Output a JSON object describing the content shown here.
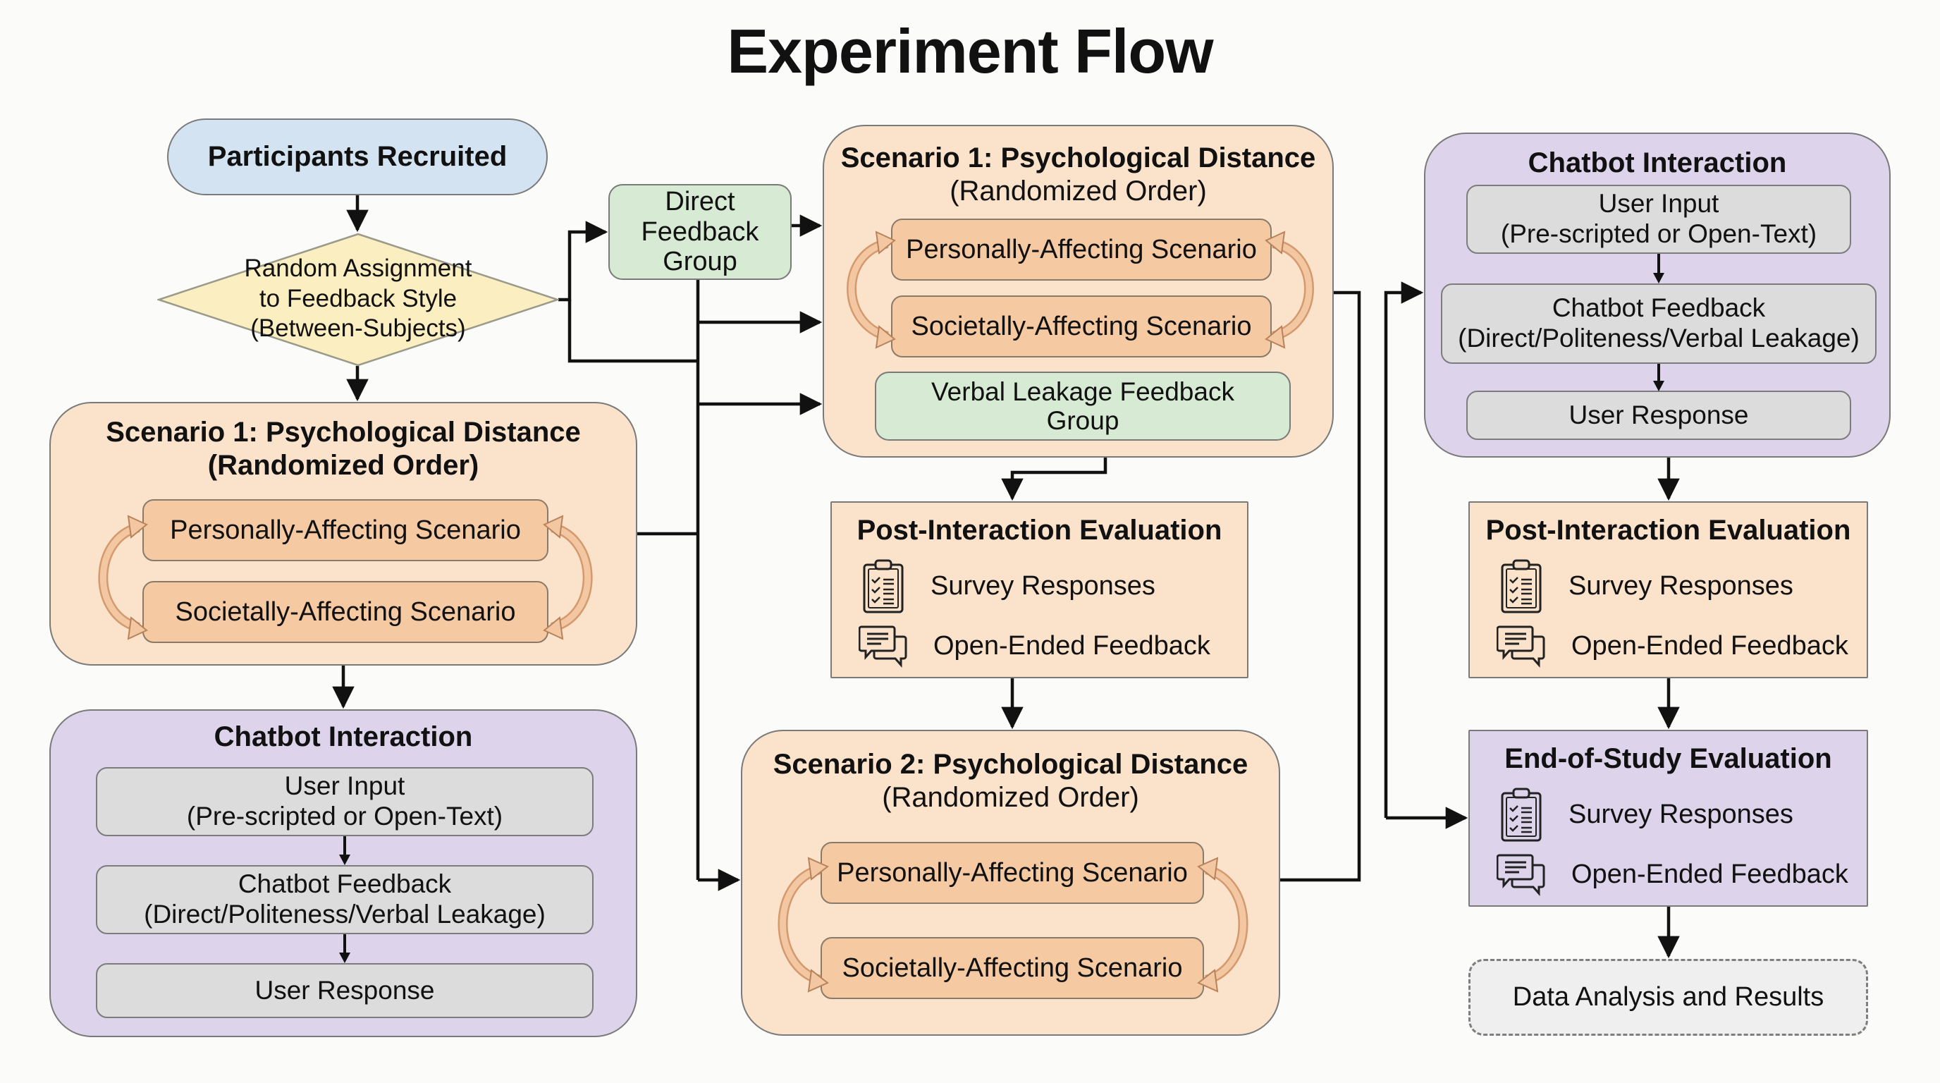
{
  "title": "Experiment Flow",
  "start": {
    "label": "Participants Recruited"
  },
  "decision": {
    "lines": [
      "Random Assignment",
      "to Feedback Style",
      "(Between-Subjects)"
    ]
  },
  "groups": {
    "direct": {
      "lines": [
        "Direct",
        "Feedback",
        "Group"
      ]
    },
    "verbal_leakage": {
      "lines": [
        "Verbal Leakage Feedback",
        "Group"
      ]
    }
  },
  "left_column": {
    "scenario1": {
      "title": "Scenario 1: Psychological Distance",
      "subtitle": "(Randomized Order)",
      "items": [
        "Personally-Affecting Scenario",
        "Societally-Affecting Scenario"
      ]
    },
    "chatbot": {
      "title": "Chatbot Interaction",
      "steps": [
        {
          "line1": "User Input",
          "line2": "(Pre-scripted or Open-Text)"
        },
        {
          "line1": "Chatbot Feedback",
          "line2": "(Direct/Politeness/Verbal Leakage)"
        },
        {
          "line1": "User Response",
          "line2": ""
        }
      ]
    }
  },
  "middle_column": {
    "scenario1": {
      "title": "Scenario 1: Psychological Distance",
      "subtitle": "(Randomized Order)",
      "items": [
        "Personally-Affecting Scenario",
        "Societally-Affecting Scenario"
      ]
    },
    "post_eval": {
      "title": "Post-Interaction Evaluation",
      "items": [
        {
          "icon": "clipboard-checklist-icon",
          "label": "Survey Responses"
        },
        {
          "icon": "chat-bubbles-icon",
          "label": "Open-Ended Feedback"
        }
      ]
    },
    "scenario2": {
      "title": "Scenario 2: Psychological Distance",
      "subtitle": "(Randomized Order)",
      "items": [
        "Personally-Affecting Scenario",
        "Societally-Affecting Scenario"
      ]
    }
  },
  "right_column": {
    "chatbot": {
      "title": "Chatbot Interaction",
      "steps": [
        {
          "line1": "User Input",
          "line2": "(Pre-scripted or Open-Text)"
        },
        {
          "line1": "Chatbot Feedback",
          "line2": "(Direct/Politeness/Verbal Leakage)"
        },
        {
          "line1": "User Response",
          "line2": ""
        }
      ]
    },
    "post_eval": {
      "title": "Post-Interaction Evaluation",
      "items": [
        {
          "icon": "clipboard-checklist-icon",
          "label": "Survey Responses"
        },
        {
          "icon": "chat-bubbles-icon",
          "label": "Open-Ended Feedback"
        }
      ]
    },
    "end_eval": {
      "title": "End-of-Study Evaluation",
      "items": [
        {
          "icon": "clipboard-checklist-icon",
          "label": "Survey Responses"
        },
        {
          "icon": "chat-bubbles-icon",
          "label": "Open-Ended Feedback"
        }
      ]
    },
    "final": {
      "label": "Data Analysis and Results"
    }
  },
  "colors": {
    "start": "#d3e3f1",
    "decision": "#fbeec0",
    "group": "#d7ead3",
    "scenario_panel": "#fbe2cb",
    "scenario_item": "#f5c9a2",
    "chatbot_panel": "#ddd3ea",
    "chatbot_step": "#dcdcdc",
    "swap_arrow": "#eebc92"
  }
}
